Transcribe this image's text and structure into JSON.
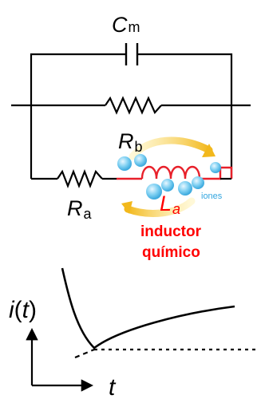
{
  "circuit": {
    "capacitor": {
      "symbol": "C",
      "subscript": "m"
    },
    "resistor_b": {
      "symbol": "R",
      "subscript": "b"
    },
    "resistor_a": {
      "symbol": "R",
      "subscript": "a"
    },
    "inductor": {
      "symbol": "L",
      "subscript": "a"
    },
    "ions_label": "iones",
    "inductor_caption_line1": "inductor",
    "inductor_caption_line2": "químico"
  },
  "graph": {
    "y_label_prefix": "i(",
    "y_label_var": "t",
    "y_label_suffix": ")",
    "x_label": "t"
  },
  "colors": {
    "wire": "#000000",
    "inductor": "#e8202a",
    "ion": "#5cc0ea",
    "arrow": "#f3c431",
    "caption": "#ff0000"
  }
}
